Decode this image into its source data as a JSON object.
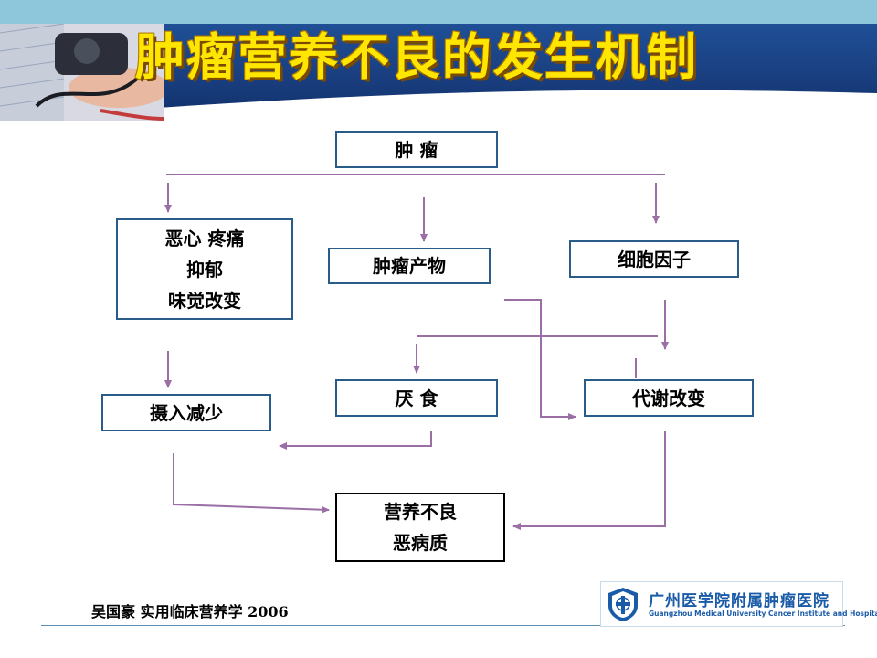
{
  "title": "肿瘤营养不良的发生机制",
  "nodes": {
    "tumor": "肿  瘤",
    "symptoms": [
      "恶心 疼痛",
      "抑郁",
      "味觉改变"
    ],
    "tumor_products": "肿瘤产物",
    "cytokines": "细胞因子",
    "reduced_intake": "摄入减少",
    "anorexia": "厌  食",
    "metabolic_change": "代谢改变",
    "outcome": [
      "营养不良",
      "恶病质"
    ]
  },
  "citation": "吴国豪  实用临床营养学  2006",
  "logo": {
    "name_cn": "广州医学院附属肿瘤医院",
    "name_en": "Guangzhou Medical University Cancer Institute and Hospital"
  },
  "colors": {
    "arrow": "#9b6fa6",
    "box_border": "#2a5c8a",
    "title": "#ffe600",
    "header": "#1f4f96"
  }
}
